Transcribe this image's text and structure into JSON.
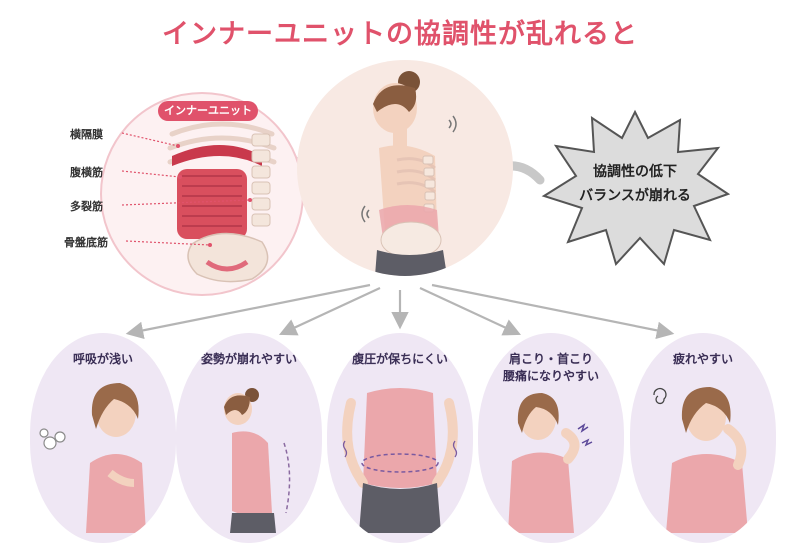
{
  "title": "インナーユニットの協調性が乱れると",
  "anatomy": {
    "badge": "インナーユニット",
    "muscles": [
      "横隔膜",
      "腹横筋",
      "多裂筋",
      "骨盤底筋"
    ]
  },
  "callout": {
    "line1": "協調性の低下",
    "line2": "バランスが崩れる"
  },
  "symptoms": [
    {
      "line1": "呼吸が浅い",
      "line2": ""
    },
    {
      "line1": "姿勢が崩れやすい",
      "line2": ""
    },
    {
      "line1": "腹圧が保ちにくい",
      "line2": ""
    },
    {
      "line1": "肩こり・首こり",
      "line2": "腰痛になりやすい"
    },
    {
      "line1": "疲れやすい",
      "line2": ""
    }
  ],
  "colors": {
    "accent": "#e0526b",
    "circle_pink": "#f8e9e3",
    "circle_lavender": "#efe7f4",
    "arrow_gray": "#b5b5b5"
  }
}
